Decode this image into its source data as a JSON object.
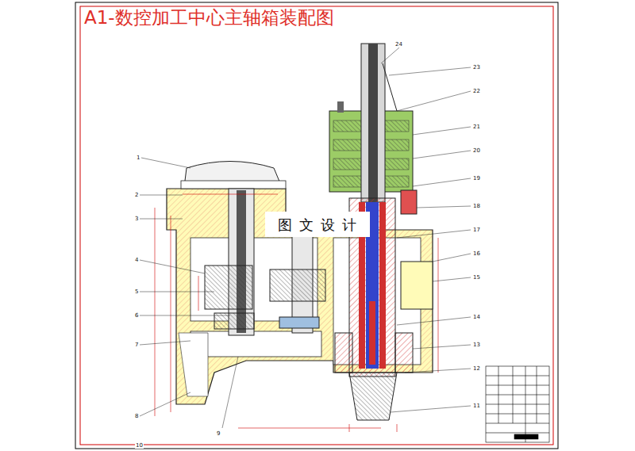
{
  "diagram": {
    "title": "A1-数控加工中心主轴箱装配图",
    "nodes": [
      {
        "text": [
          "图文设计"
        ]
      }
    ],
    "labels": [
      "1",
      "2",
      "3",
      "4",
      "5",
      "6",
      "7",
      "8",
      "9",
      "24",
      "23",
      "22",
      "21",
      "20",
      "19",
      "18",
      "17",
      "16",
      "15",
      "14",
      "13",
      "12",
      "11",
      "10"
    ]
  }
}
